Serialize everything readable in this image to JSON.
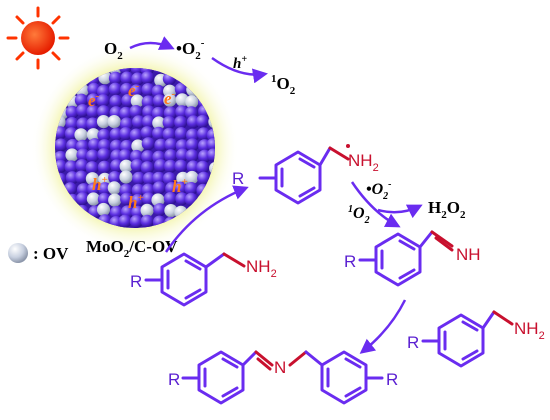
{
  "colors": {
    "accent": "#6a2cf0",
    "nitrogen": "#c8102e",
    "sun": "#ff3300",
    "electron_label": "#ff7a1a",
    "ov_sphere": "#c8d0e0",
    "glow": "#f1f1a0"
  },
  "icons": {
    "sun": "sun-icon",
    "catalyst": "catalyst-sphere-icon",
    "ov": "oxygen-vacancy-icon"
  },
  "labels": {
    "o2": "O",
    "o2_sub": "2",
    "superoxide": "•O",
    "superoxide_sub": "2",
    "superoxide_sup": "-",
    "hole": "h",
    "hole_sup": "+",
    "singlet_sup": "1",
    "singlet": "O",
    "singlet_sub": "2",
    "electron": "e",
    "electron_sup": "-",
    "catalyst": "MoO",
    "catalyst_sub": "2",
    "catalyst_suffix": "/C-OV",
    "ov_legend": ": OV",
    "r": "R",
    "nh2": "NH",
    "nh2_sub": "2",
    "nh": "NH",
    "n": "N",
    "h2o2": "H",
    "h2o2_sub1": "2",
    "h2o2_mid": "O",
    "h2o2_sub2": "2"
  }
}
